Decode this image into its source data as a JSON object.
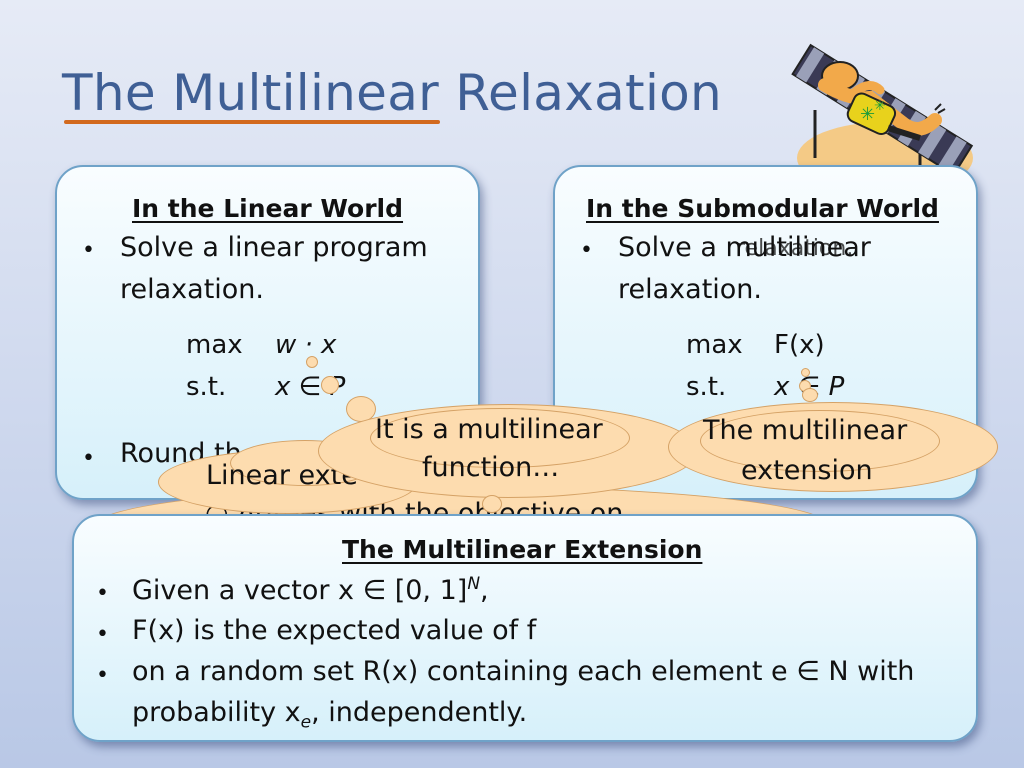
{
  "slide": {
    "title_part1": "The Multilinear",
    "title_part2": " Relaxation"
  },
  "linear_box": {
    "heading": "In the Linear World",
    "bullet1_line1": "Solve a linear program",
    "bullet1_line2": "relaxation.",
    "max": "max",
    "st": "s.t.",
    "objective": "w · x",
    "constraint": "x ∈ P",
    "bullet2_visible": "Round th"
  },
  "submodular_box": {
    "heading": "In the Submodular World",
    "bullet1_line1": "Solve a multilinear",
    "bullet1_overlap": "relaxation.",
    "bullet1_line2": "relaxation.",
    "max": "max",
    "st": "s.t.",
    "objective": "F(x)",
    "constraint": "x ∈ P"
  },
  "clouds": {
    "multilinear_function": [
      "It is a multilinear",
      "function…"
    ],
    "multilinear_extension": [
      "The multilinear",
      "extension"
    ],
    "linear_extension": "Linear exte",
    "agrees_partial": "Agrees with the objective on"
  },
  "extension_box": {
    "heading": "The Multilinear Extension",
    "item1": "Given a vector x ∈ [0, 1]",
    "item1_sup": "N",
    "item1_end": ",",
    "item2": "F(x) is the expected value of f",
    "item3": "on a random set R(x) containing each element e ∈ N with",
    "item3_line2": "probability x",
    "item3_sub": "e",
    "item3_end": ", independently."
  },
  "colors": {
    "title": "#3f5f95",
    "title_underline": "#d2691e",
    "box_border": "#6fa2c8",
    "cloud_fill": "#fddcaf",
    "cloud_border": "#d5a266"
  },
  "illustration": "person-relaxing-on-deck-chair-icon"
}
